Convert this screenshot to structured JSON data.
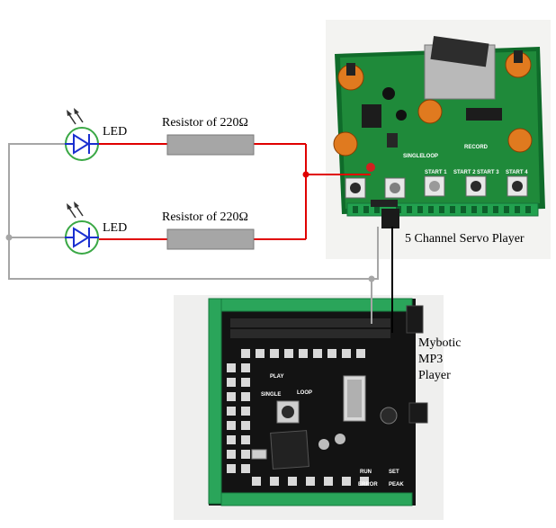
{
  "labels": {
    "led_top": "LED",
    "led_bottom": "LED",
    "resistor_top": "Resistor of 220Ω",
    "resistor_bottom": "Resistor of 220Ω",
    "servo_player": "5 Channel Servo Player",
    "mp3_player_line1": "Mybotic",
    "mp3_player_line2": "MP3",
    "mp3_player_line3": "Player"
  },
  "servo_board": {
    "buttons": [
      "START 1",
      "START 2",
      "START 3",
      "START 4"
    ],
    "silkscreen": [
      "SINGLE",
      "LOOP",
      "RECORD"
    ]
  },
  "mp3_board": {
    "silkscreen": [
      "PLAY",
      "SINGLE",
      "LOOP",
      "RUN",
      "SET",
      "ERROR",
      "PEAK"
    ]
  },
  "colors": {
    "wire_red": "#e00000",
    "wire_gray": "#a6a6a6",
    "wire_black": "#000000",
    "led_circle": "#3aa845",
    "led_symbol": "#1a2fd0",
    "resistor_fill": "#a6a6a6",
    "pcb_green": "#1f8a3a",
    "terminal_green": "#2aa55a"
  }
}
